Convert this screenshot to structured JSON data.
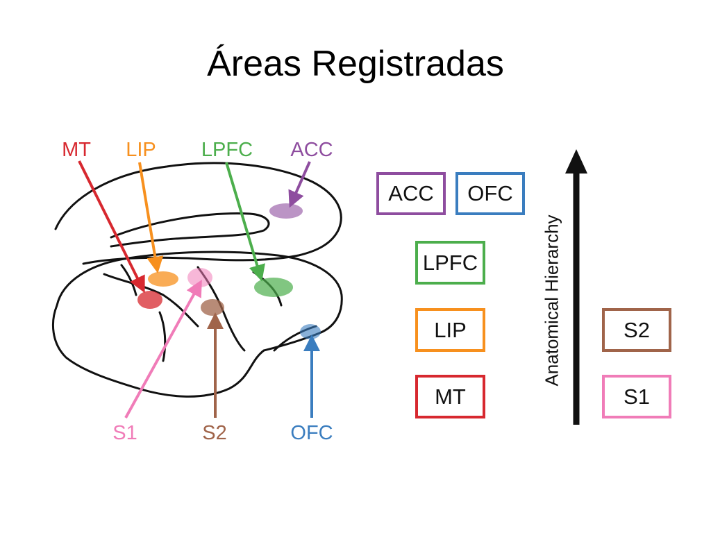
{
  "title": "Áreas Registradas",
  "brain_labels": {
    "mt": "MT",
    "lip": "LIP",
    "lpfc": "LPFC",
    "acc": "ACC",
    "s1": "S1",
    "s2": "S2",
    "ofc": "OFC"
  },
  "colors": {
    "mt": "#d7282f",
    "lip": "#f7901e",
    "lpfc": "#4cae4c",
    "acc": "#8e4d9f",
    "ofc": "#3a7dbf",
    "s1": "#f07cb8",
    "s2": "#a0644a"
  },
  "hierarchy": {
    "axis_label": "Anatomical Hierarchy",
    "boxes": {
      "acc": "ACC",
      "ofc": "OFC",
      "lpfc": "LPFC",
      "lip": "LIP",
      "mt": "MT",
      "s2": "S2",
      "s1": "S1"
    }
  }
}
